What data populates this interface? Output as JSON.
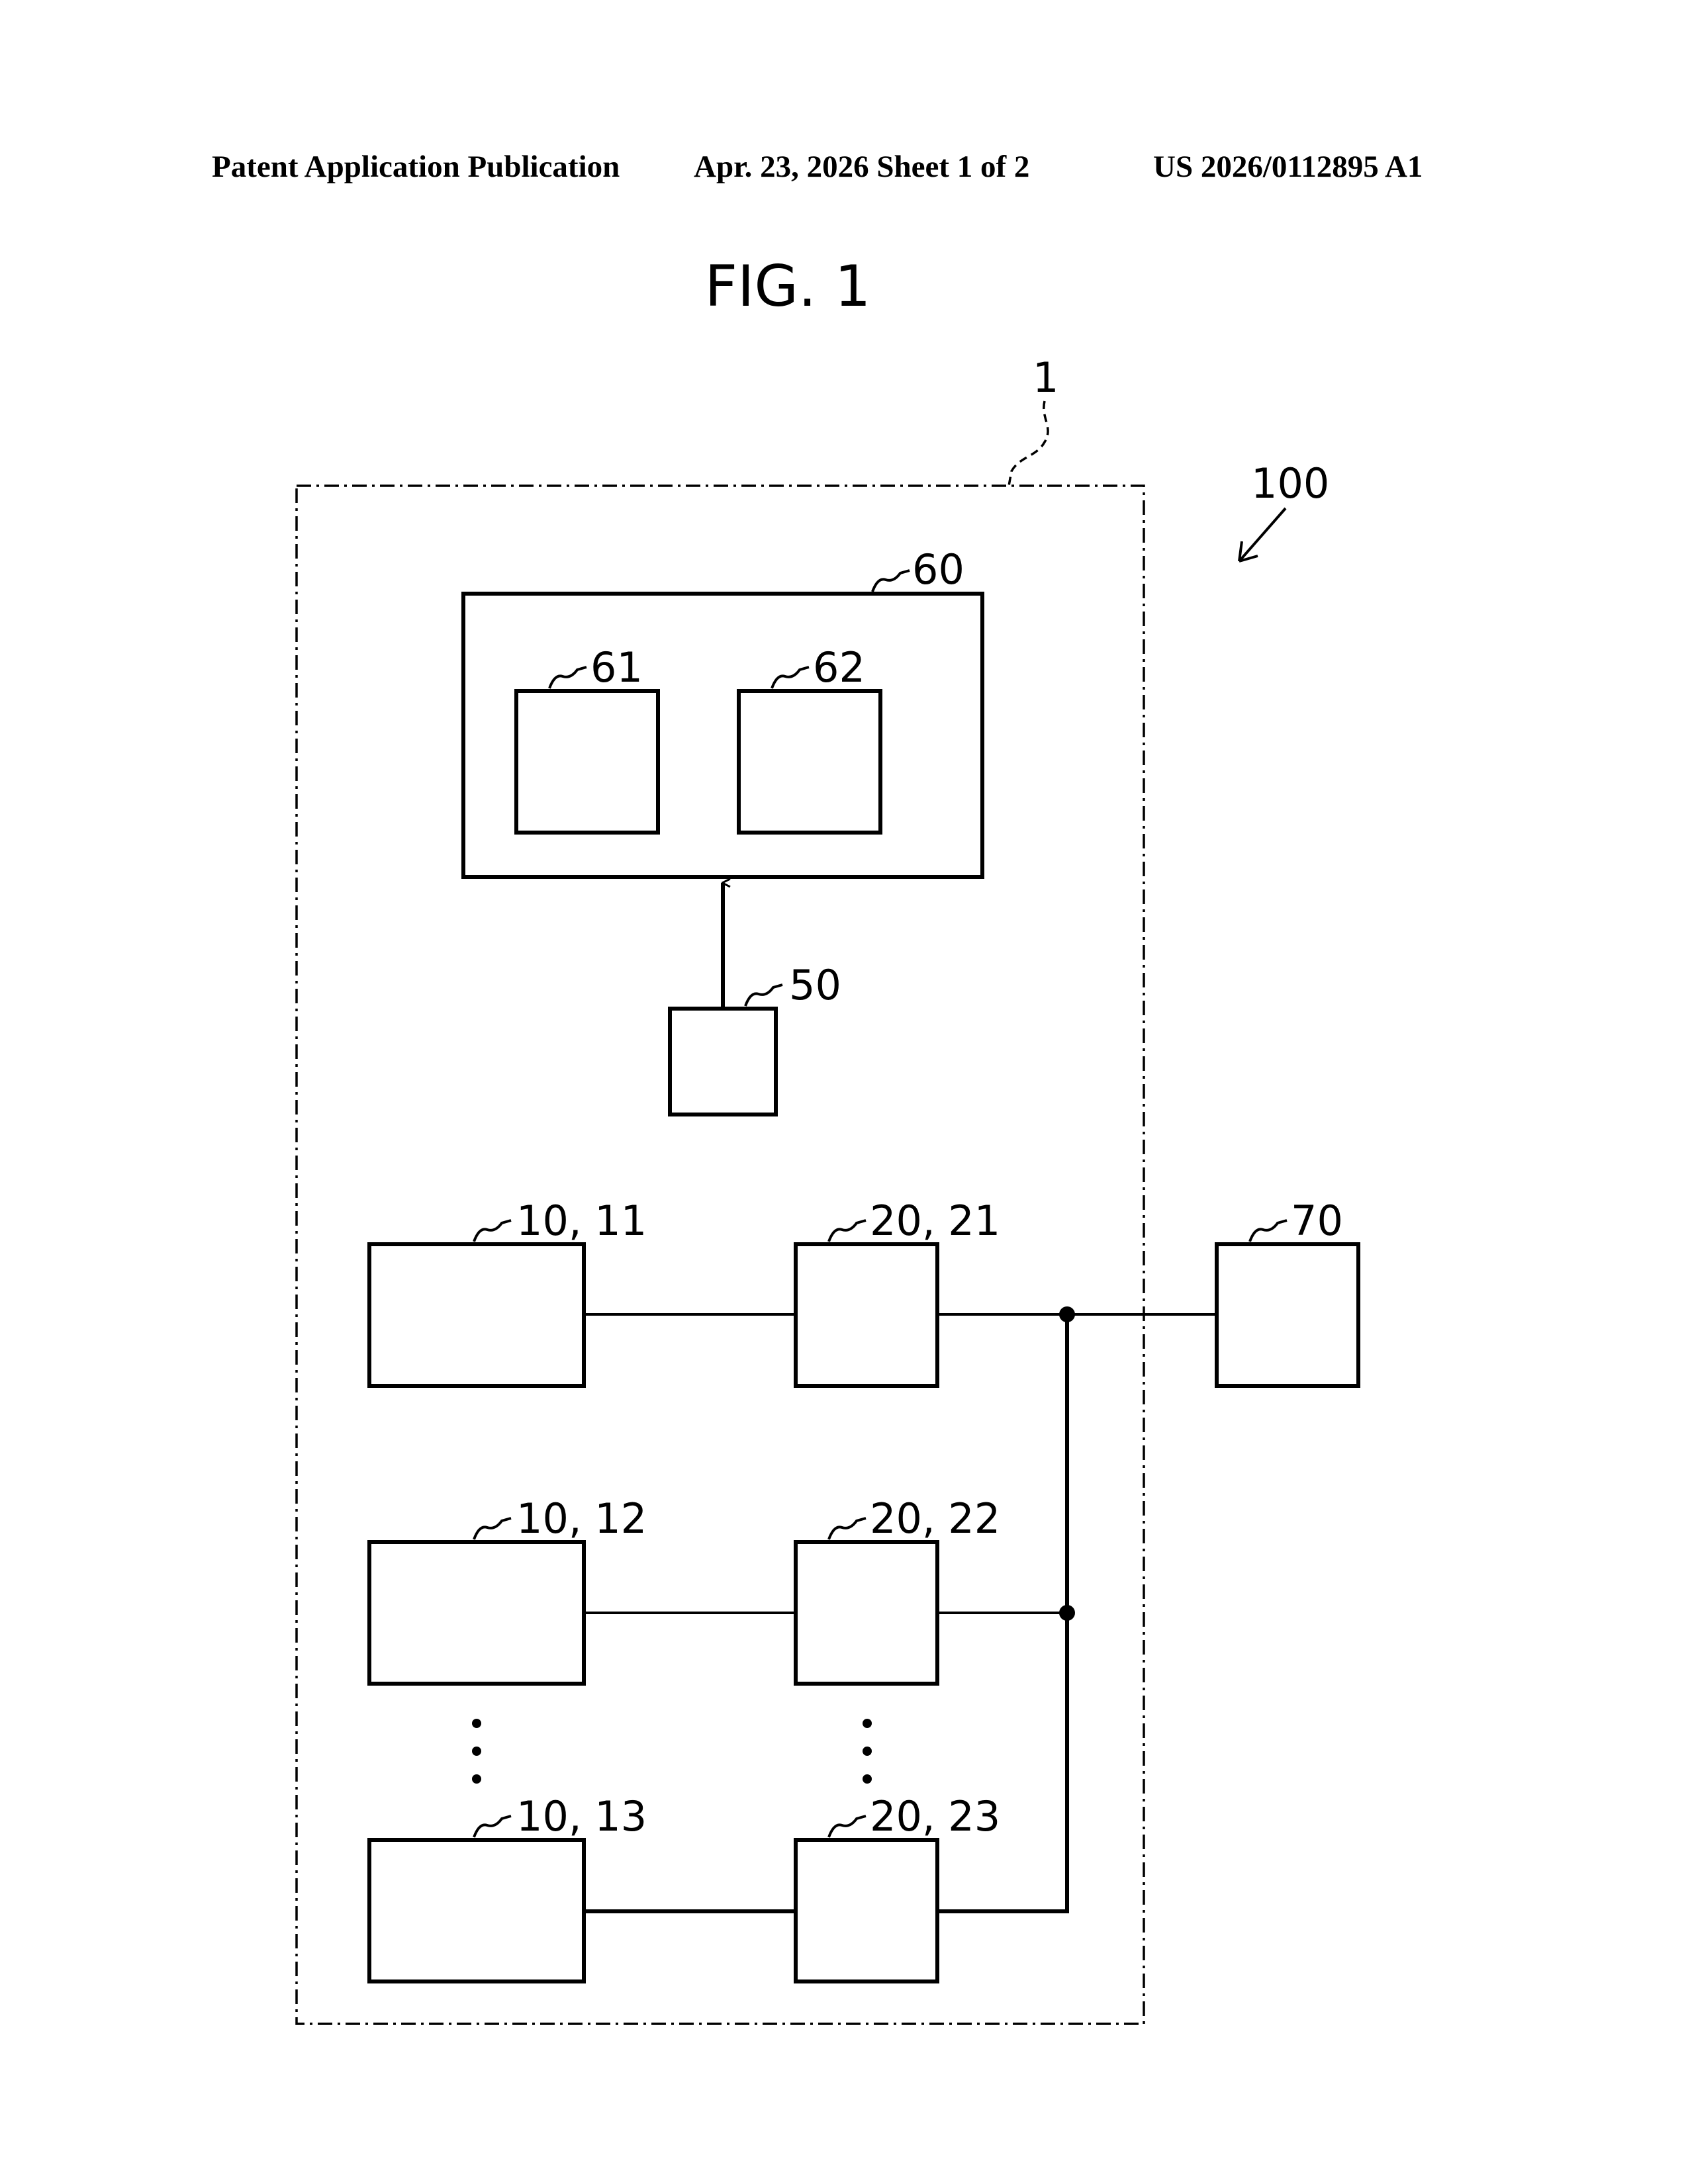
{
  "header": {
    "left": "Patent Application Publication",
    "middle": "Apr. 23, 2026  Sheet 1 of 2",
    "right": "US 2026/0112895 A1"
  },
  "figure": {
    "title": "FIG. 1",
    "refs": {
      "system": "100",
      "device": "1",
      "controller": "60",
      "sub_a": "61",
      "sub_b": "62",
      "sensor": "50",
      "external": "70",
      "unit_a1": "10, 11",
      "unit_b1": "20, 21",
      "unit_a2": "10, 12",
      "unit_b2": "20, 22",
      "unit_a3": "10, 13",
      "unit_b3": "20, 23"
    }
  }
}
